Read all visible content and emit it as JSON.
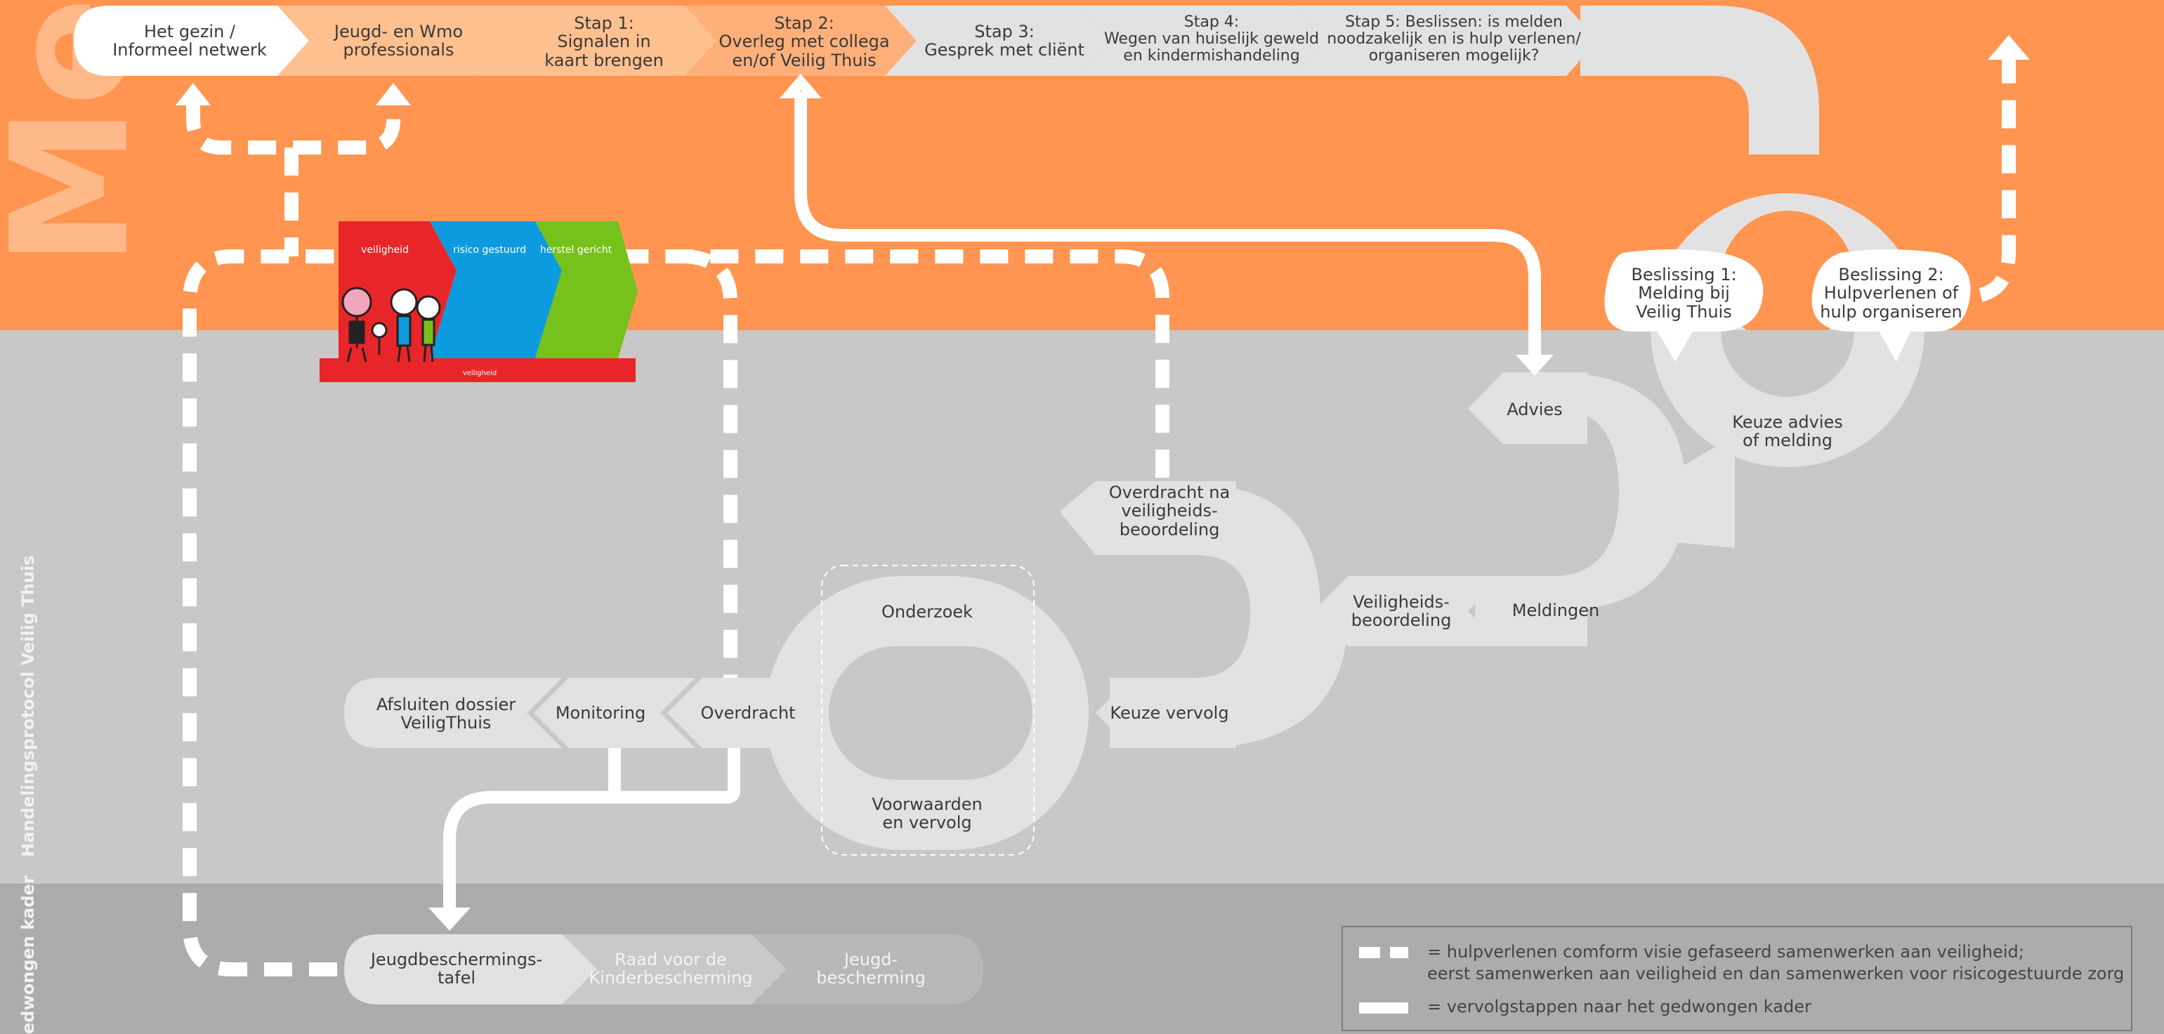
{
  "colors": {
    "orange": "#ff9550",
    "light_grey": "#c8c8c8",
    "dark_grey": "#acacac",
    "shape": "#e2e2e2",
    "white": "#ffffff",
    "red": "#e8262a",
    "blue": "#0d9be0",
    "green": "#77c11c"
  },
  "side_labels": {
    "top": "Mel",
    "middle": "Handelingsprotocol Veilig Thuis",
    "bottom": "edwongen kader"
  },
  "steps": [
    {
      "label": "Het gezin /\nInformeel netwerk"
    },
    {
      "label": "Jeugd- en Wmo\nprofessionals"
    },
    {
      "label": "Stap 1:\nSignalen in\nkaart brengen"
    },
    {
      "label": "Stap 2:\nOverleg met collega\nen/of Veilig Thuis"
    },
    {
      "label": "Stap 3:\nGesprek met cliënt"
    },
    {
      "label": "Stap 4:\nWegen van huiselijk geweld\nen kindermishandeling"
    },
    {
      "label": "Stap 5: Beslissen: is melden\nnoodzakelijk en is hulp verlenen/\norganiseren mogelijk?"
    }
  ],
  "decisions": {
    "beslissing1": "Beslissing 1:\nMelding bij\nVeilig Thuis",
    "beslissing2": "Beslissing 2:\nHulpverlenen of\nhulp organiseren",
    "keuze": "Keuze advies\nof melding"
  },
  "flow": {
    "advies": "Advies",
    "meldingen": "Meldingen",
    "veiligheidsbeoordeling": "Veiligheids-\nbeoordeling",
    "overdracht_na": "Overdracht na\nveiligheids-\nbeoordeling",
    "keuze_vervolg": "Keuze vervolg",
    "onderzoek": "Onderzoek",
    "voorwaarden": "Voorwaarden\nen vervolg",
    "overdracht": "Overdracht",
    "monitoring": "Monitoring",
    "afsluiten": "Afsluiten dossier\nVeiligThuis"
  },
  "forced": {
    "tafel": "Jeugdbeschermings-\ntafel",
    "raad": "Raad voor de\nKinderbescherming",
    "jeugdbescherming": "Jeugd-\nbescherming"
  },
  "signboard": {
    "col1": "veiligheid",
    "col2": "risico gestuurd",
    "col3": "herstel gericht",
    "base": "veiligheid"
  },
  "legend": {
    "dashed": "= hulpverlenen comform visie gefaseerd samenwerken aan veiligheid;\n   eerst samenwerken aan veiligheid en dan samenwerken voor risicogestuurde zorg",
    "solid": "= vervolgstappen naar het gedwongen kader"
  }
}
